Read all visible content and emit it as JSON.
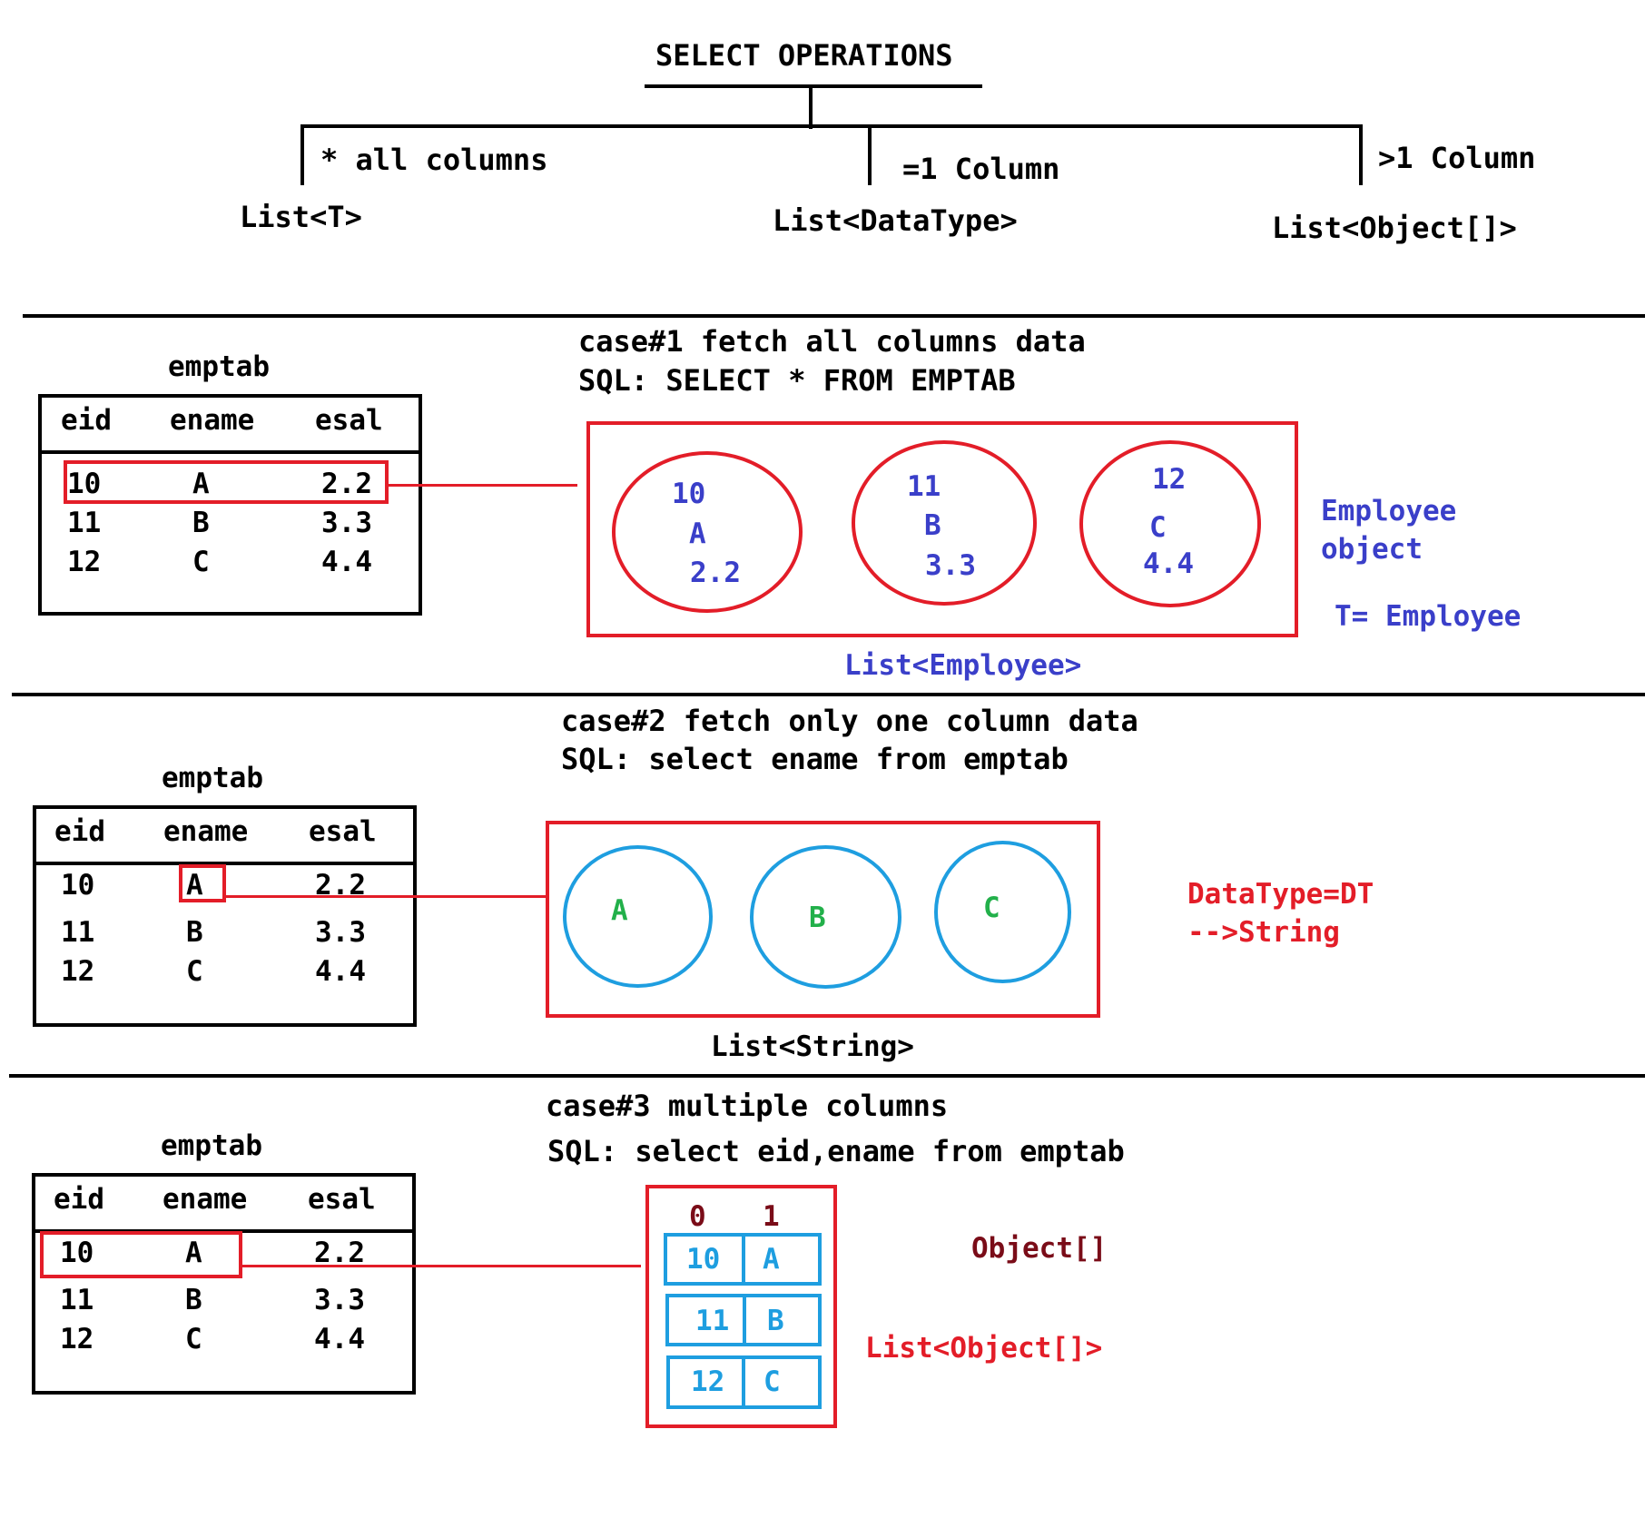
{
  "header": {
    "title": "SELECT OPERATIONS",
    "branches": [
      {
        "label": "* all columns",
        "type": "List<T>"
      },
      {
        "label": "=1 Column",
        "type": "List<DataType>"
      },
      {
        "label": ">1 Column",
        "type": "List<Object[]>"
      }
    ]
  },
  "table": {
    "name": "emptab",
    "columns": [
      "eid",
      "ename",
      "esal"
    ],
    "rows": [
      [
        "10",
        "A",
        "2.2"
      ],
      [
        "11",
        "B",
        "3.3"
      ],
      [
        "12",
        "C",
        "4.4"
      ]
    ]
  },
  "case1": {
    "title": "case#1 fetch all columns data",
    "sql": "SQL: SELECT * FROM EMPTAB",
    "objects": [
      {
        "eid": "10",
        "ename": "A",
        "esal": "2.2"
      },
      {
        "eid": "11",
        "ename": "B",
        "esal": "3.3"
      },
      {
        "eid": "12",
        "ename": "C",
        "esal": "4.4"
      }
    ],
    "note_line1": "Employee",
    "note_line2": "object",
    "note_t": "T= Employee",
    "list_label": "List<Employee>"
  },
  "case2": {
    "title": "case#2  fetch only one column data",
    "sql": "SQL: select ename from emptab",
    "values": [
      "A",
      "B",
      "C"
    ],
    "note_line1": "DataType=DT",
    "note_line2": "-->String",
    "list_label": "List<String>"
  },
  "case3": {
    "title": "case#3  multiple columns",
    "sql": "SQL: select eid,ename from emptab",
    "index_labels": [
      "0",
      "1"
    ],
    "arrays": [
      [
        "10",
        "A"
      ],
      [
        "11",
        "B"
      ],
      [
        "12",
        "C"
      ]
    ],
    "object_label": "Object[]",
    "list_label": "List<Object[]>"
  },
  "colors": {
    "red": "#e31d28",
    "blue": "#3a3fc9",
    "green": "#22b04a",
    "cyan": "#1e9ee0",
    "maroon": "#7a0c18"
  }
}
